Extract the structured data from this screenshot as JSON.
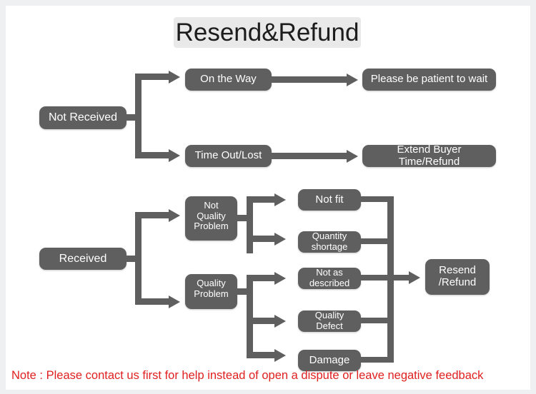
{
  "title": "Resend&Refund",
  "note": "Note : Please contact us first for help instead of open a dispute or leave negative feedback",
  "colors": {
    "node_fill": "#5f5f5f",
    "node_text": "#ffffff",
    "connector": "#5f5f5f",
    "title_bg": "#e9e9e9",
    "note_text": "#e02020",
    "canvas": "#ffffff"
  },
  "flow": {
    "not_received": {
      "root": "Not Received",
      "branches": [
        {
          "condition": "On the Way",
          "outcome": "Please be patient to wait"
        },
        {
          "condition": "Time Out/Lost",
          "outcome": "Extend Buyer Time/Refund"
        }
      ]
    },
    "received": {
      "root": "Received",
      "categories": [
        {
          "label_lines": [
            "Not",
            "Quality",
            "Problem"
          ],
          "reasons": [
            "Not fit",
            "Quantity shortage"
          ]
        },
        {
          "label_lines": [
            "Quality",
            "Problem"
          ],
          "reasons": [
            "Not as described",
            "Quality Defect",
            "Damage"
          ]
        }
      ],
      "outcome_lines": [
        "Resend",
        "/Refund"
      ]
    }
  }
}
